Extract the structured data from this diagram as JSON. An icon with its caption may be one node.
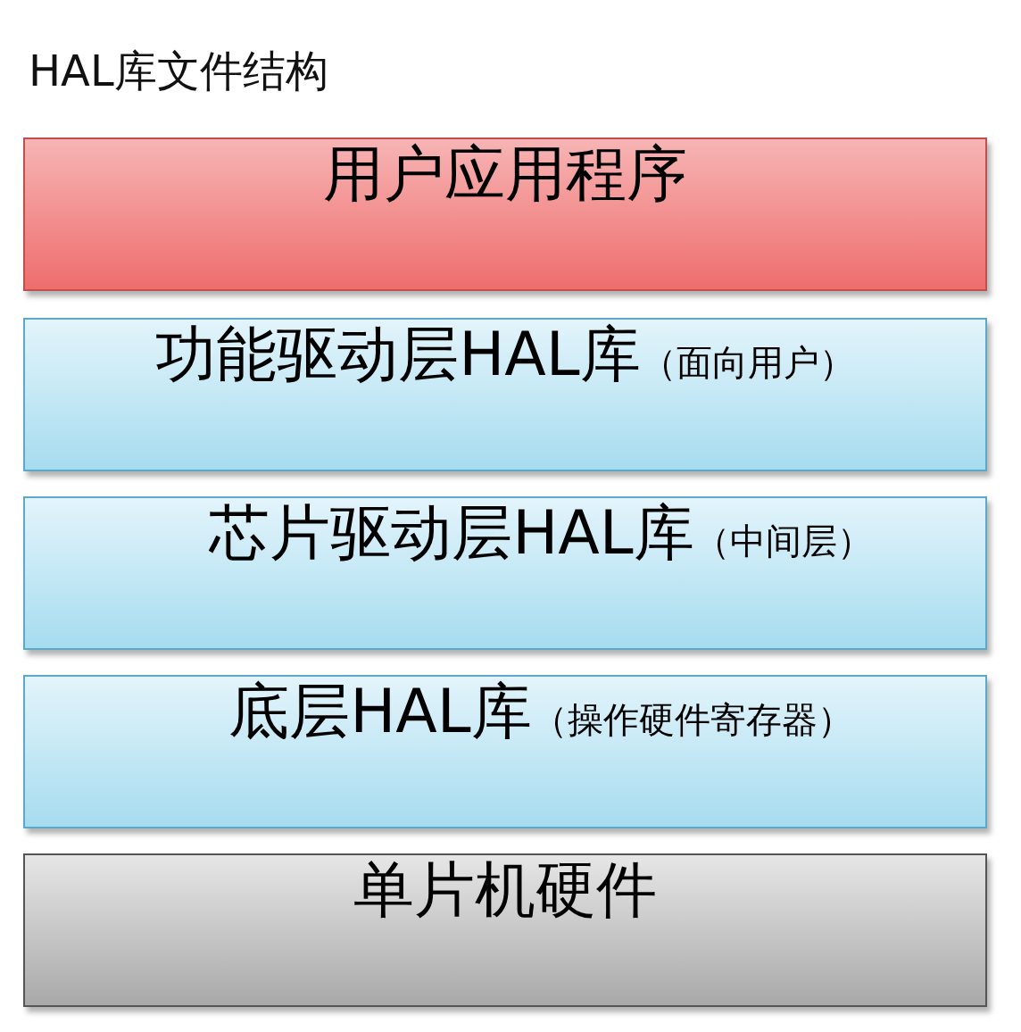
{
  "diagram": {
    "title": "HAL库文件结构",
    "nodes": [
      {
        "text": [
          "用户应用程序"
        ]
      },
      {
        "text": [
          "功能驱动层HAL库",
          "（面向用户）"
        ]
      },
      {
        "text": [
          "芯片驱动层HAL库",
          "（中间层）"
        ]
      },
      {
        "text": [
          "底层HAL库",
          "（操作硬件寄存器）"
        ]
      },
      {
        "text": [
          "单片机硬件"
        ]
      }
    ]
  }
}
